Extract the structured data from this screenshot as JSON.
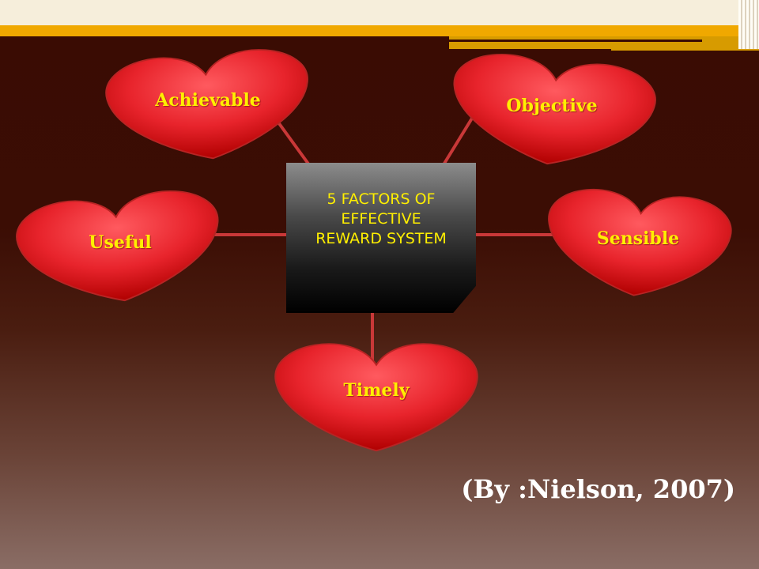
{
  "center": {
    "lines": [
      "5 FACTORS OF",
      "EFFECTIVE",
      "REWARD SYSTEM"
    ]
  },
  "factors": {
    "achievable": "Achievable",
    "objective": "Objective",
    "useful": "Useful",
    "sensible": "Sensible",
    "timely": "Timely"
  },
  "citation": "(By :Nielson, 2007)",
  "colors": {
    "heart": "#e8242c",
    "heart_dark": "#b00000",
    "label_text": "#ffef00",
    "gold": "#f0a800",
    "background": "#3a0c03"
  }
}
